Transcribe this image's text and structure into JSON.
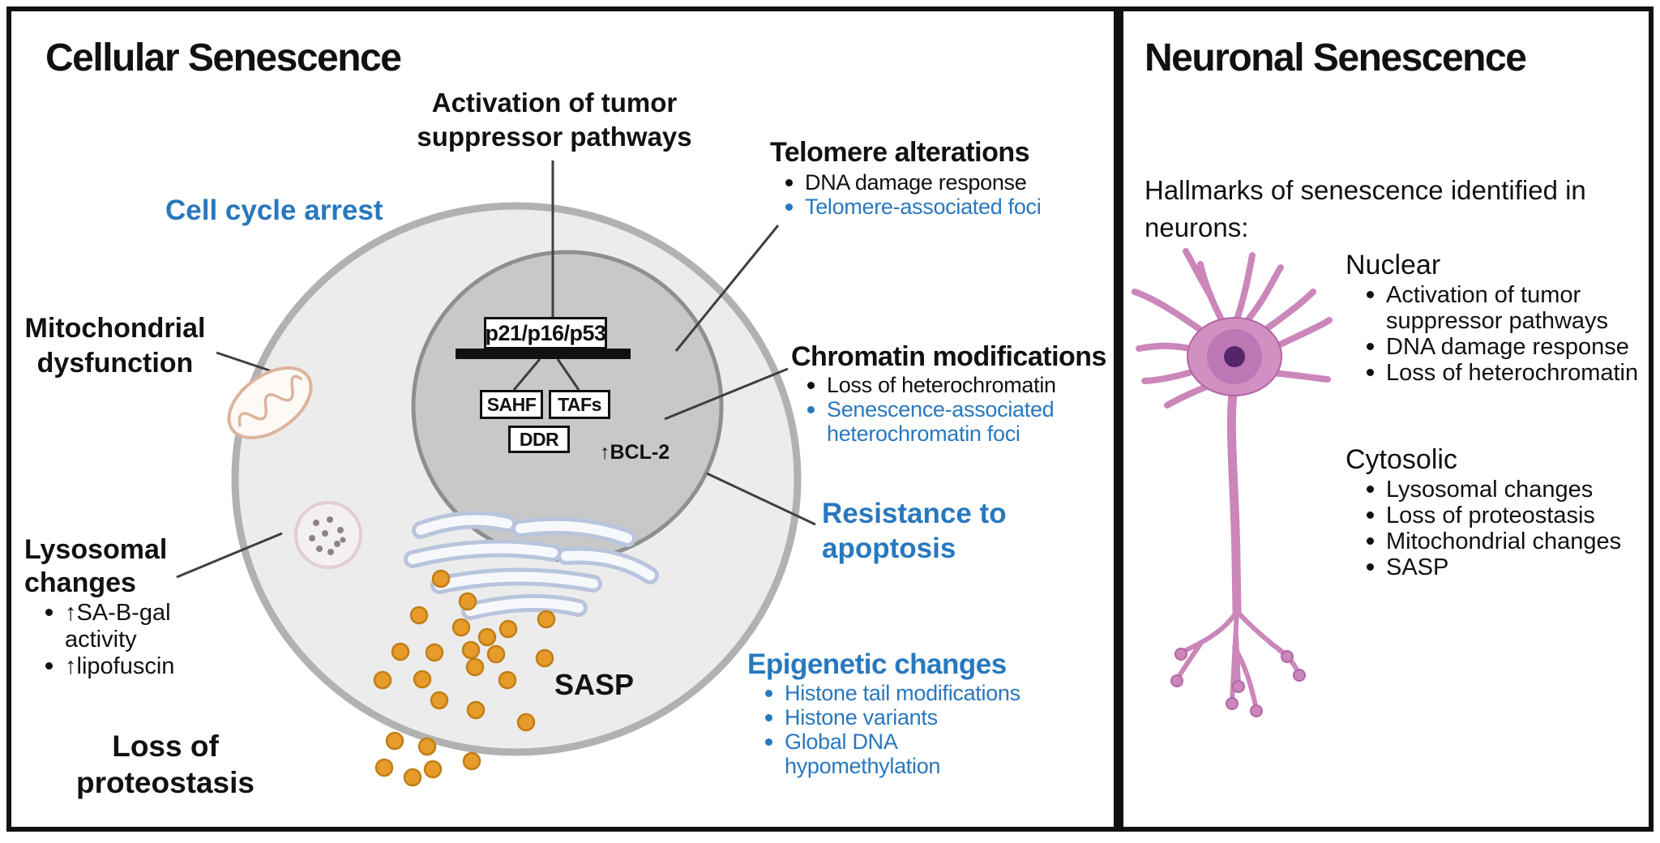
{
  "left_panel": {
    "title": "Cellular Senescence",
    "activation_label": "Activation of tumor\nsuppressor pathways",
    "cell_cycle_arrest_label": "Cell cycle arrest",
    "mitochondrial_label": "Mitochondrial\ndysfunction",
    "lysosomal": {
      "heading": "Lysosomal\nchanges",
      "bullets": [
        "↑SA-B-gal\nactivity",
        "↑lipofuscin"
      ]
    },
    "proteostasis_label": "Loss of\nproteostasis",
    "sasp_label": "SASP",
    "telomere": {
      "heading": "Telomere alterations",
      "bullets": [
        "DNA damage response",
        "Telomere-associated foci"
      ]
    },
    "chromatin": {
      "heading": "Chromatin modifications",
      "bullets": [
        "Loss of heterochromatin",
        "Senescence-associated\nheterochromatin foci"
      ]
    },
    "resistance_label": "Resistance to\napoptosis",
    "epigenetic": {
      "heading": "Epigenetic changes",
      "bullets": [
        "Histone tail modifications",
        "Histone variants",
        "Global DNA\nhypomethylation"
      ]
    },
    "nucleus": {
      "pathway_box": "p21/p16/p53",
      "sahf_box": "SAHF",
      "tafs_box": "TAFs",
      "ddr_box": "DDR",
      "bcl2_label": "↑BCL-2"
    }
  },
  "right_panel": {
    "title": "Neuronal Senescence",
    "intro": "Hallmarks of senescence identified in\nneurons:",
    "nuclear": {
      "heading": "Nuclear",
      "bullets": [
        "Activation of tumor\nsuppressor pathways",
        "DNA damage response",
        "Loss of heterochromatin"
      ]
    },
    "cytosolic": {
      "heading": "Cytosolic",
      "bullets": [
        "Lysosomal changes",
        "Loss of proteostasis",
        "Mitochondrial changes",
        "SASP"
      ]
    }
  },
  "colors": {
    "accent_blue": "#2878be",
    "text_black": "#111111",
    "cell_gray": "#ececec",
    "nucleus_gray": "#c8c8c8",
    "sasp_dot_orange": "#e69b2b",
    "neuron_pink": "#cb86ba"
  }
}
